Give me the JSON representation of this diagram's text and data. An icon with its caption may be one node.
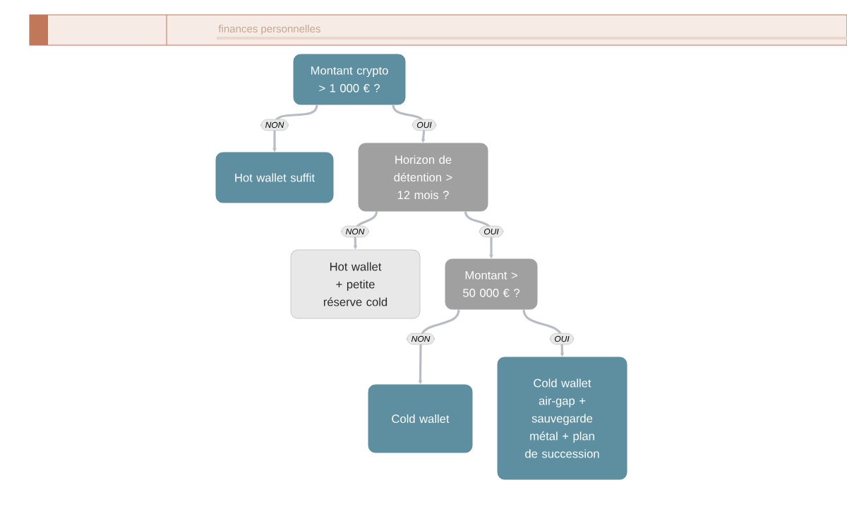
{
  "diagram": {
    "nodes": [
      {
        "text": [
          "Montant crypto > 1 000 € ?"
        ]
      },
      {
        "text": [
          "Hot wallet suffit"
        ]
      },
      {
        "text": [
          "Horizon de détention > 12 mois ?"
        ]
      },
      {
        "text": [
          "Hot wallet + petite réserve cold"
        ]
      },
      {
        "text": [
          "Montant > 50 000 € ?"
        ]
      },
      {
        "text": [
          "Cold wallet"
        ]
      },
      {
        "text": [
          "Cold wallet air-gap + sauvegarde métal + plan de succession"
        ]
      }
    ],
    "edges": [
      {
        "from": 0,
        "to": 1,
        "arrow": "to",
        "label": "NON"
      },
      {
        "from": 0,
        "to": 2,
        "arrow": "to",
        "label": "OUI"
      },
      {
        "from": 2,
        "to": 3,
        "arrow": "to",
        "label": "NON"
      },
      {
        "from": 2,
        "to": 4,
        "arrow": "to",
        "label": "OUI"
      },
      {
        "from": 4,
        "to": 5,
        "arrow": "to",
        "label": "NON"
      },
      {
        "from": 4,
        "to": 6,
        "arrow": "to",
        "label": "OUI"
      }
    ],
    "labels": [
      "finances personnelles"
    ]
  }
}
